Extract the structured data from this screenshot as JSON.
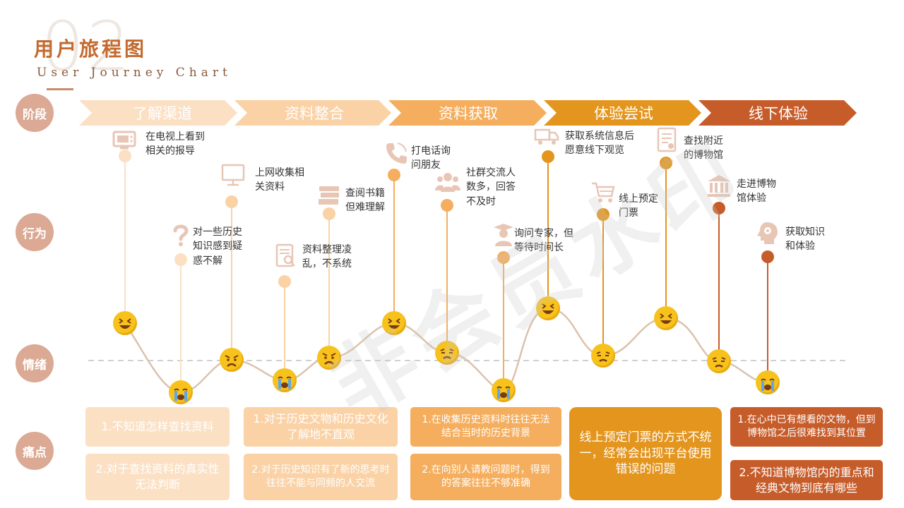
{
  "header": {
    "bg_number": "02",
    "title": "用户旅程图",
    "subtitle": "User Journey Chart"
  },
  "row_labels": [
    "阶段",
    "行为",
    "情绪",
    "痛点"
  ],
  "stages": [
    "了解渠道",
    "资料整合",
    "资料获取",
    "体验尝试",
    "线下体验"
  ],
  "stage_colors": [
    "#fbe0c4",
    "#fad2a6",
    "#f4ae5e",
    "#e3951e",
    "#c65c2a"
  ],
  "actions": [
    {
      "text": [
        "在电视上看到",
        "相关的报导"
      ],
      "icon": "tv-icon"
    },
    {
      "text": [
        "对一些历史",
        "知识感到疑",
        "惑不解"
      ],
      "icon": "question-icon"
    },
    {
      "text": [
        "上网收集相",
        "关资料"
      ],
      "icon": "monitor-icon"
    },
    {
      "text": [
        "资料整理凌",
        "乱，不系统"
      ],
      "icon": "document-search-icon"
    },
    {
      "text": [
        "查阅书籍",
        "但难理解"
      ],
      "icon": "books-icon"
    },
    {
      "text": [
        "打电话询",
        "问朋友"
      ],
      "icon": "phone-icon"
    },
    {
      "text": [
        "社群交流人",
        "数多，回答",
        "不及时"
      ],
      "icon": "group-icon"
    },
    {
      "text": [
        "询问专家，但",
        "等待时间长"
      ],
      "icon": "expert-icon"
    },
    {
      "text": [
        "获取系统信息后",
        "愿意线下观览"
      ],
      "icon": "truck-icon"
    },
    {
      "text": [
        "线上预定",
        "门票"
      ],
      "icon": "cart-icon"
    },
    {
      "text": [
        "查找附近",
        "的博物馆"
      ],
      "icon": "document-icon"
    },
    {
      "text": [
        "走进博物",
        "馆体验"
      ],
      "icon": "museum-icon"
    },
    {
      "text": [
        "获取知识",
        "和体验"
      ],
      "icon": "brain-icon"
    }
  ],
  "emotions": [
    "laughing",
    "crying",
    "angry",
    "crying",
    "angry",
    "laughing",
    "sad",
    "crying",
    "laughing",
    "sad",
    "laughing",
    "sad",
    "crying"
  ],
  "pain_points": [
    {
      "stage": 0,
      "items": [
        "1.不知道怎样查找资料",
        "2.对于查找资料的真实性无法判断"
      ]
    },
    {
      "stage": 1,
      "items": [
        "1.对于历史文物和历史文化了解地不直观",
        "2.对于历史知识有了新的思考时往往不能与同频的人交流"
      ]
    },
    {
      "stage": 2,
      "items": [
        "1.在收集历史资料时往往无法结合当时的历史背景",
        "2.在向别人请教问题时，得到的答案往往不够准确"
      ]
    },
    {
      "stage": 3,
      "items": [
        "线上预定门票的方式不统一，经常会出现平台使用错误的问题"
      ]
    },
    {
      "stage": 4,
      "items": [
        "1.在心中已有想看的文物，但到博物馆之后很难找到其位置",
        "2.不知道博物馆内的重点和经典文物到底有哪些"
      ]
    }
  ],
  "watermark": "非会员水印"
}
